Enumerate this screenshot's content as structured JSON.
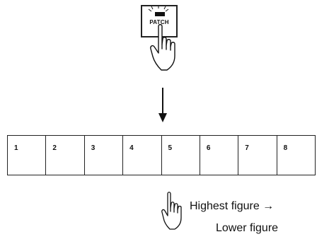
{
  "patch_button": {
    "label": "PATCH"
  },
  "patches": [
    "1",
    "2",
    "3",
    "4",
    "5",
    "6",
    "7",
    "8"
  ],
  "caption": {
    "line1": "Highest figure →",
    "line2": "Lower figure"
  }
}
